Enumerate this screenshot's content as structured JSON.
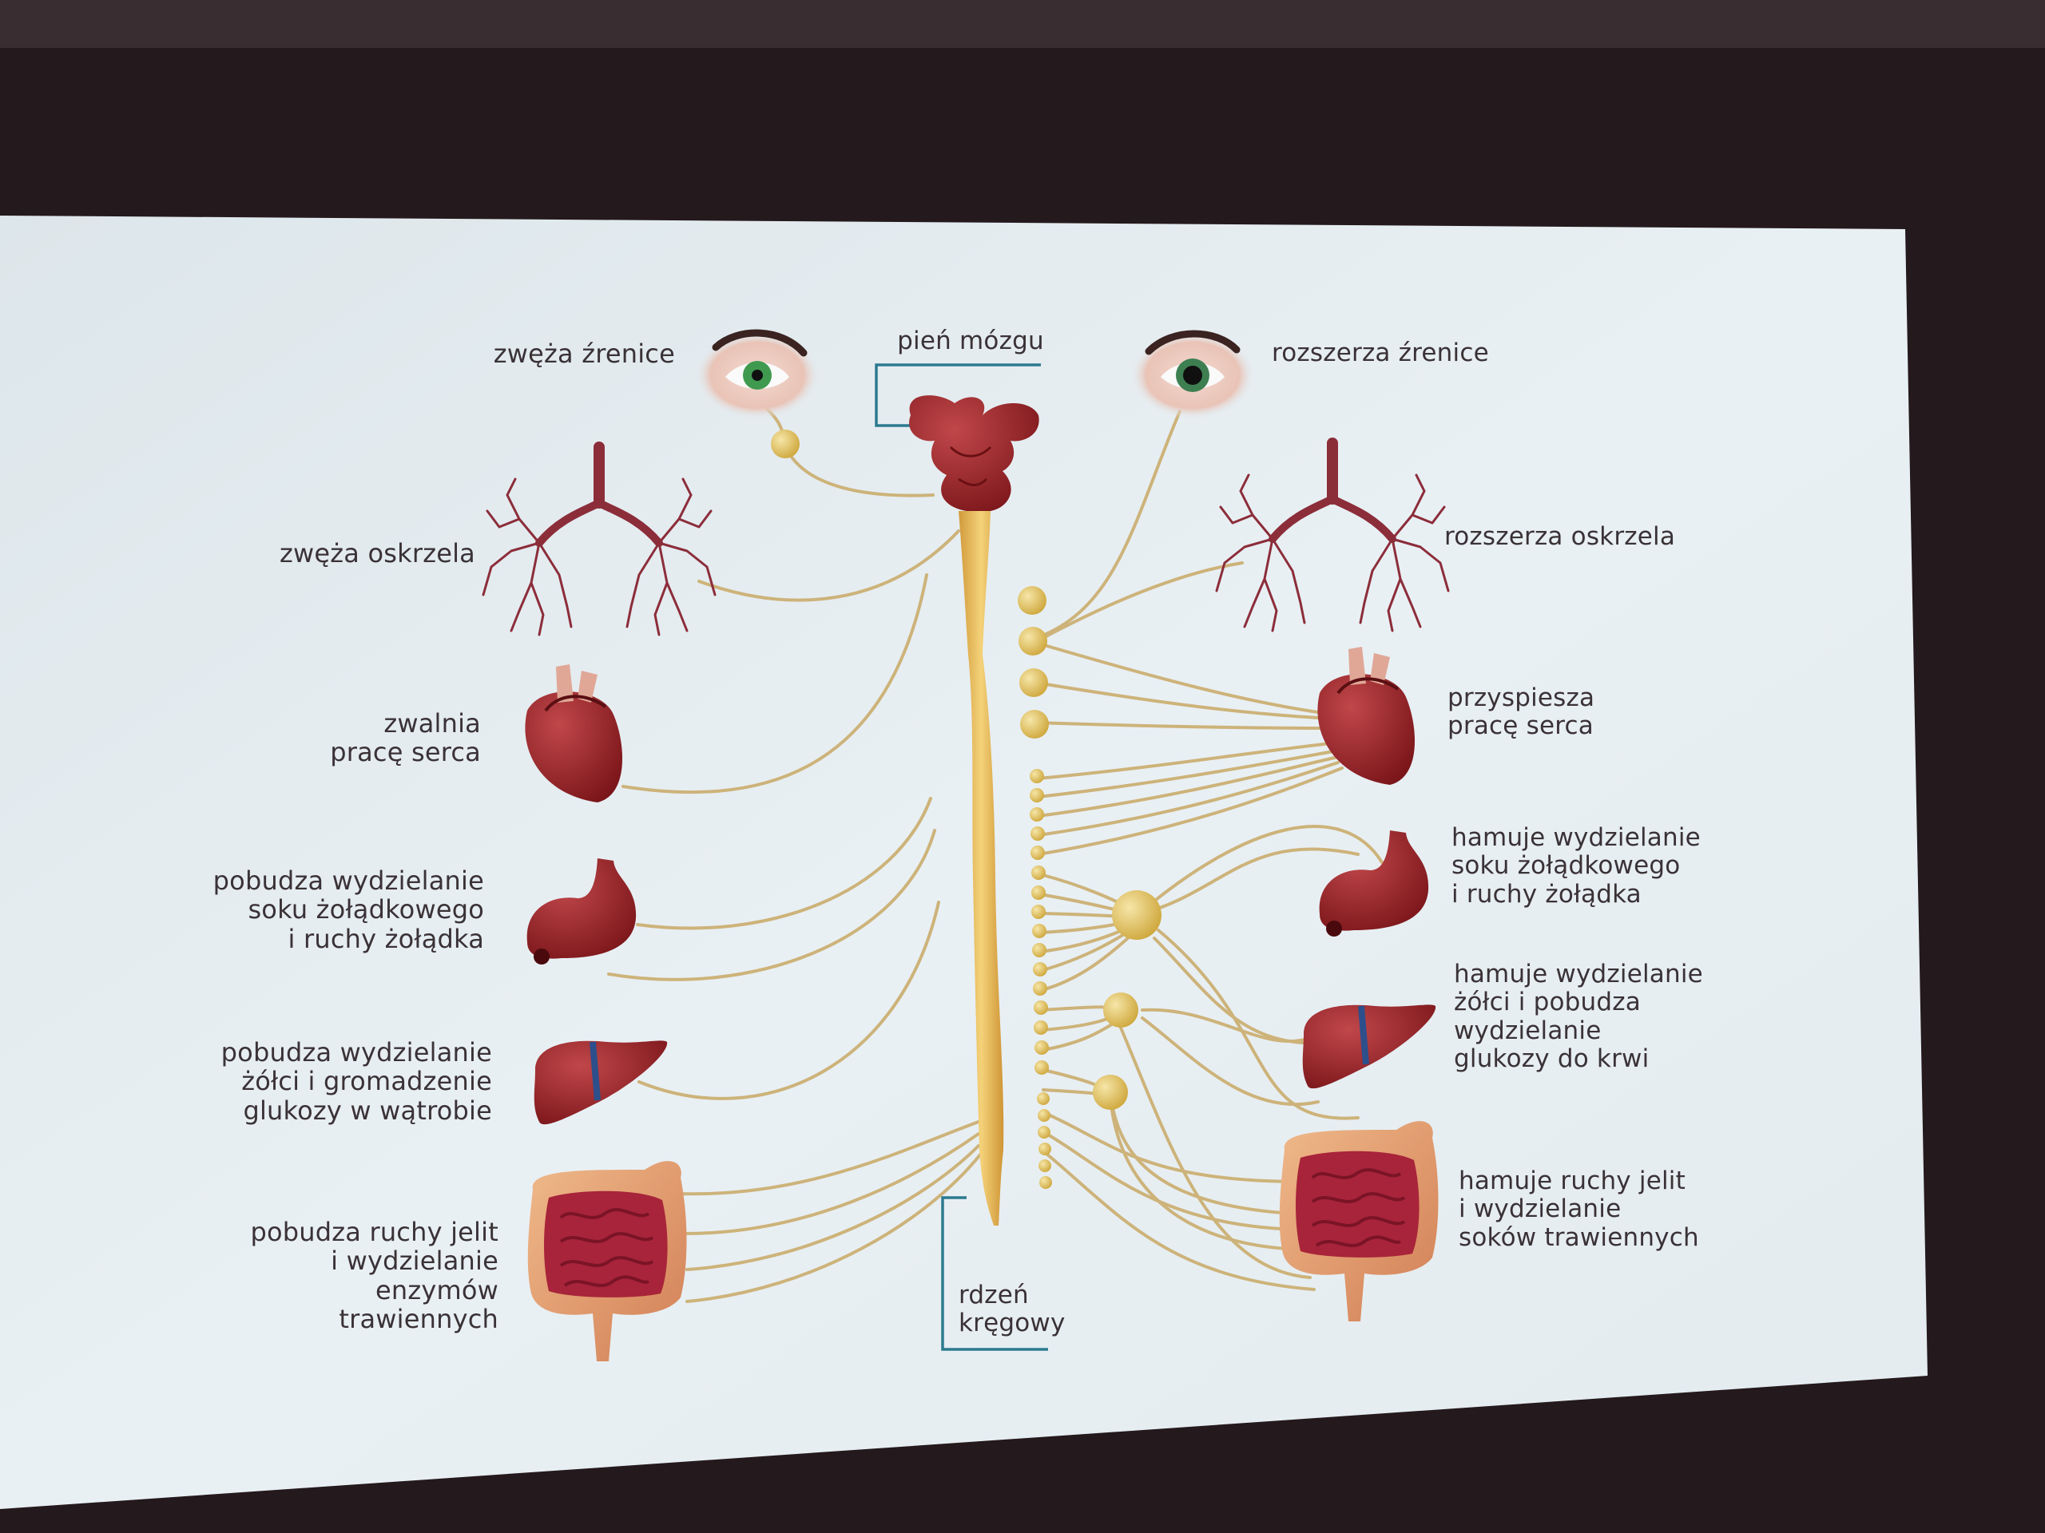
{
  "colors": {
    "room_background": "#24191c",
    "screen": "#e8eff4",
    "nerve": "#cdb37a",
    "ganglion": "#e2c35c",
    "organ": "#8c1c22",
    "bracket": "#2c7a8f"
  },
  "labels": {
    "brainstem": "pień mózgu",
    "spinal_cord": "rdzeń\nkręgowy",
    "parasympathetic": {
      "pupil": "zwęża źrenice",
      "bronchi": "zwęża oskrzela",
      "heart": "zwalnia\npracę serca",
      "stomach": "pobudza wydzielanie\nsoku żołądkowego\ni ruchy żołądka",
      "liver": "pobudza wydzielanie\nżółci i gromadzenie\nglukozy w wątrobie",
      "intestine": "pobudza ruchy jelit\ni wydzielanie\nenzymów\ntrawiennych"
    },
    "sympathetic": {
      "pupil": "rozszerza źrenice",
      "bronchi": "rozszerza oskrzela",
      "heart": "przyspiesza\npracę serca",
      "stomach": "hamuje wydzielanie\nsoku żołądkowego\ni ruchy żołądka",
      "liver": "hamuje wydzielanie\nżółci i pobudza\nwydzielanie\nglukozy do krwi",
      "intestine": "hamuje ruchy jelit\ni wydzielanie\nsoków trawiennych"
    }
  },
  "icons": {
    "eye": "eye-icon",
    "lungs": "lungs-icon",
    "heart": "heart-icon",
    "stomach": "stomach-icon",
    "liver": "liver-icon",
    "intestine": "intestine-icon",
    "brain": "brainstem-icon",
    "spine": "spinal-cord-icon",
    "ganglion": "ganglion-icon"
  }
}
